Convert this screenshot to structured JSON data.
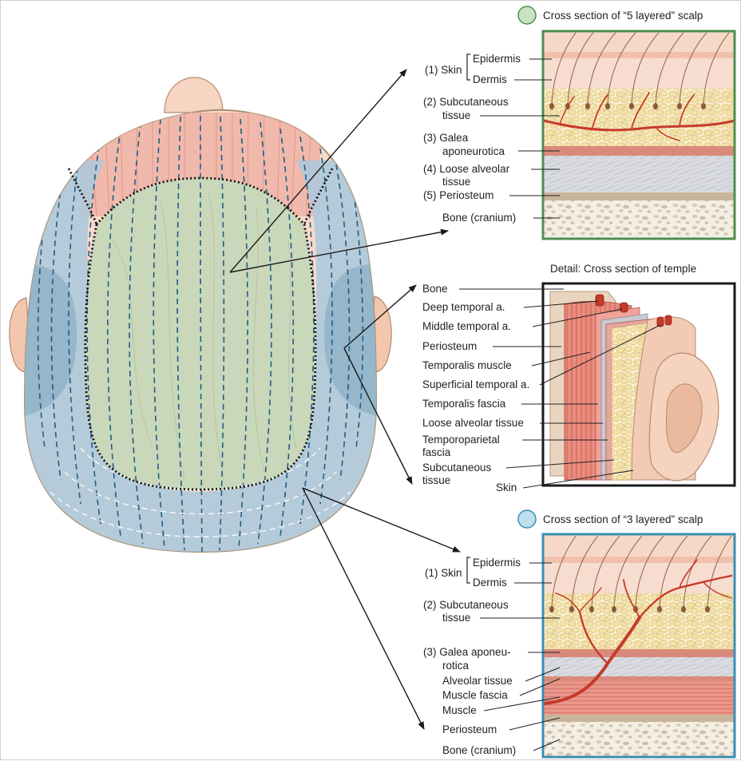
{
  "titles": {
    "five_layer": "Cross section of “5 layered” scalp",
    "temple": "Detail: Cross section of temple",
    "three_layer": "Cross section of “3 layered” scalp"
  },
  "five_layer_labels": {
    "skin": "(1) Skin",
    "epidermis": "Epidermis",
    "dermis": "Dermis",
    "subcutaneous_1": "(2) Subcutaneous",
    "subcutaneous_2": "tissue",
    "galea_1": "(3) Galea",
    "galea_2": "aponeurotica",
    "loose_1": "(4) Loose alveolar",
    "loose_2": "tissue",
    "periosteum": "(5) Periosteum",
    "bone": "Bone (cranium)"
  },
  "temple_labels": {
    "bone": "Bone",
    "deep_temporal": "Deep temporal a.",
    "middle_temporal": "Middle temporal a.",
    "periosteum": "Periosteum",
    "temporalis_muscle": "Temporalis muscle",
    "superficial_temporal": "Superficial temporal a.",
    "temporalis_fascia": "Temporalis fascia",
    "loose_alveolar": "Loose alveolar tissue",
    "temporoparietal_1": "Temporoparietal",
    "temporoparietal_2": "fascia",
    "subcutaneous_1": "Subcutaneous",
    "subcutaneous_2": "tissue",
    "skin": "Skin"
  },
  "three_layer_labels": {
    "skin": "(1) Skin",
    "epidermis": "Epidermis",
    "dermis": "Dermis",
    "subcutaneous_1": "(2) Subcutaneous",
    "subcutaneous_2": "tissue",
    "galea_1": "(3) Galea aponeu-",
    "galea_2": "rotica",
    "alveolar": "Alveolar tissue",
    "muscle_fascia": "Muscle fascia",
    "muscle": "Muscle",
    "periosteum": "Periosteum",
    "bone": "Bone (cranium)"
  },
  "colors": {
    "five_layer_frame": "#4f8f4f",
    "temple_frame": "#1a1a1a",
    "three_layer_frame": "#3a8fb5",
    "five_layer_marker": "#c9e3c2",
    "three_layer_marker": "#bfe0ee",
    "skin": "#f6d8c8",
    "muscle": "#e47e6e",
    "vessel": "#c63a2a",
    "fat": "#f5e6b8",
    "bone": "#efe7da",
    "periosteum": "#c9b59c",
    "loose_tissue": "#d6d8de"
  }
}
